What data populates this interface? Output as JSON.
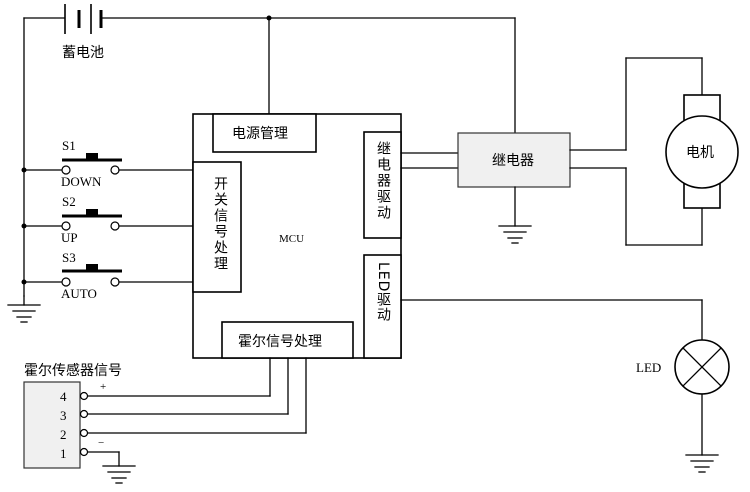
{
  "battery": {
    "label": "蓄电池"
  },
  "mcu": {
    "label": "MCU",
    "power_mgmt": "电源管理",
    "switch_signal": "开关信号处理",
    "relay_drive": "继电器驱动",
    "led_drive": "LED驱动",
    "hall_processing": "霍尔信号处理"
  },
  "switches": [
    {
      "id": "S1",
      "name": "DOWN"
    },
    {
      "id": "S2",
      "name": "UP"
    },
    {
      "id": "S3",
      "name": "AUTO"
    }
  ],
  "relay": {
    "label": "继电器"
  },
  "motor": {
    "label": "电机"
  },
  "led": {
    "label": "LED"
  },
  "hall": {
    "title": "霍尔传感器信号",
    "pins": [
      "4",
      "3",
      "2",
      "1"
    ],
    "plus": "+",
    "minus": "−"
  }
}
